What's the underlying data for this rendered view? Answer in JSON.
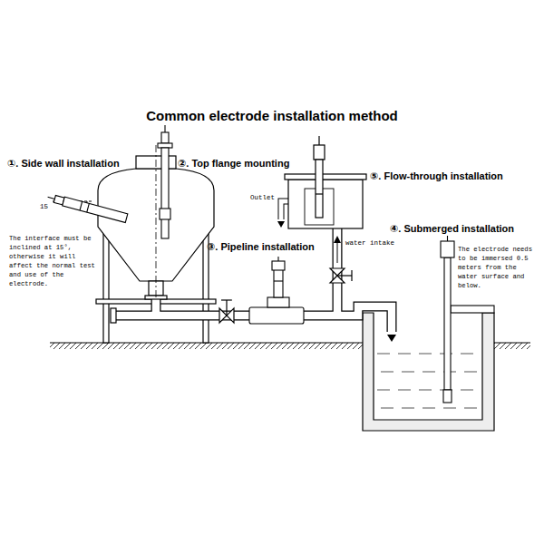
{
  "diagram": {
    "title": "Common electrode installation method",
    "labels": [
      "①. Side wall installation",
      "②. Top flange mounting",
      "⑤. Flow-through installation",
      "Outlet",
      "15",
      "The interface must be inclined at 15°, otherwise it will affect the normal test and use of the electrode.",
      "③. Pipeline installation",
      "water intake",
      "④. Submerged installation",
      "The electrode needs to be immersed 0.5 meters from the water surface and below."
    ]
  }
}
